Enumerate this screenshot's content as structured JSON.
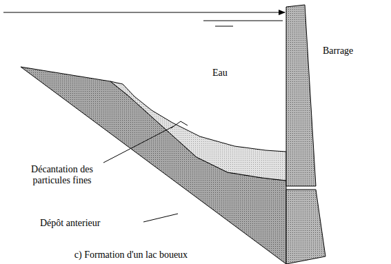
{
  "diagram": {
    "caption": "c) Formation d'un lac boueux",
    "labels": [
      "Eau",
      "Barrage",
      "Décantation des particules fines",
      "Dépôt anterieur"
    ]
  }
}
